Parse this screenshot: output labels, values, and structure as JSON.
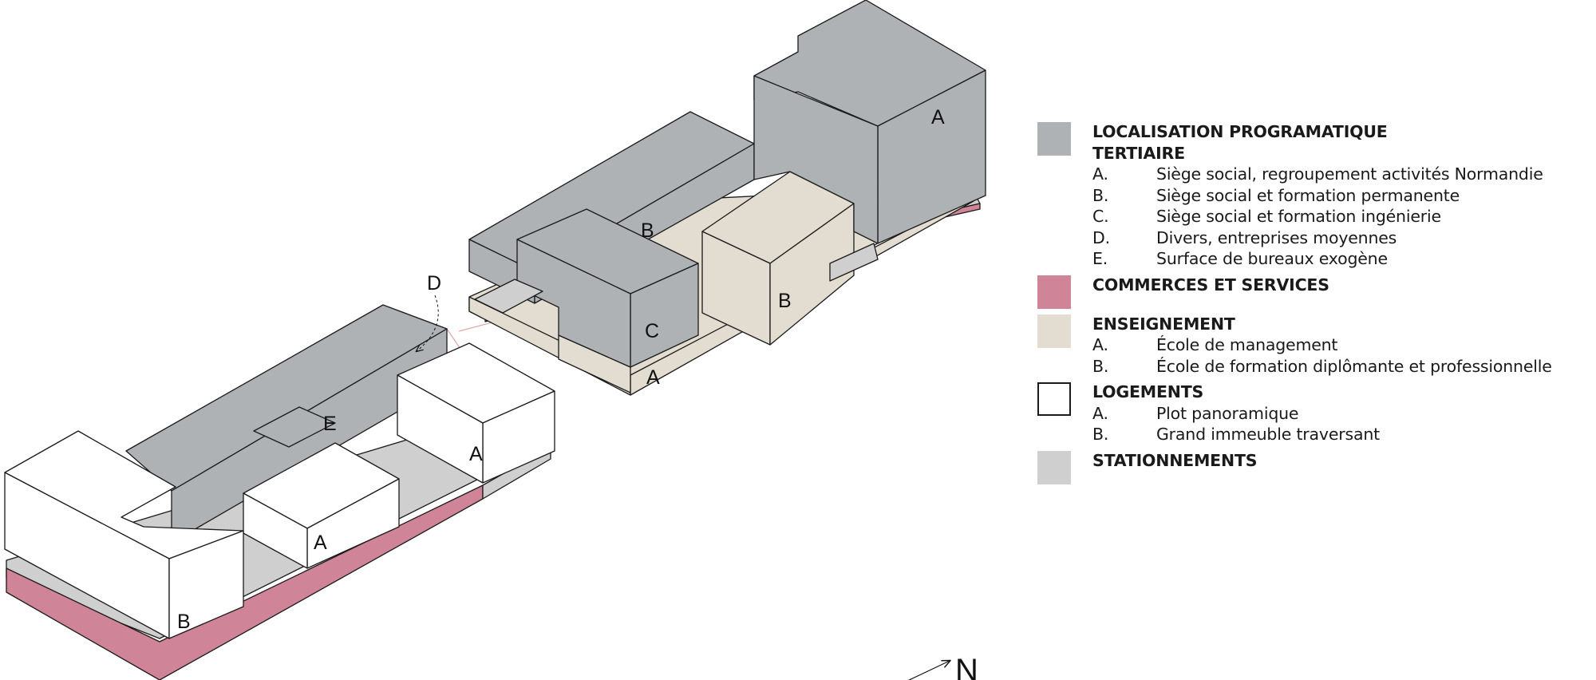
{
  "colors": {
    "tertiaire": "#aeb2b5",
    "commerces": "#cf8597",
    "enseignement": "#e2ddd0",
    "logements": "#ffffff",
    "stationnements": "#cfcfcf"
  },
  "diagram": {
    "labels": {
      "tall_tower": "A",
      "tertiary_b": "B",
      "tertiary_c": "C",
      "school_a": "A",
      "school_b": "B",
      "tertiary_d": "D",
      "tertiary_e": "E",
      "housing_a_front": "A",
      "housing_a_rear": "A",
      "housing_b": "B"
    },
    "north": "N",
    "north_icon": "north-arrow-icon"
  },
  "legend": {
    "title": "LOCALISATION PROGRAMATIQUE",
    "groups": [
      {
        "key": "tertiaire",
        "heading": "TERTIAIRE",
        "items": [
          {
            "letter": "A.",
            "text": "Siège social, regroupement activités Normandie"
          },
          {
            "letter": "B.",
            "text": "Siège social et formation permanente"
          },
          {
            "letter": "C.",
            "text": "Siège social et formation ingénierie"
          },
          {
            "letter": "D.",
            "text": "Divers, entreprises moyennes"
          },
          {
            "letter": "E.",
            "text": "Surface de bureaux exogène"
          }
        ]
      },
      {
        "key": "commerces",
        "heading": "COMMERCES ET SERVICES",
        "items": []
      },
      {
        "key": "enseignement",
        "heading": "ENSEIGNEMENT",
        "items": [
          {
            "letter": "A.",
            "text": "École de management"
          },
          {
            "letter": "B.",
            "text": "École de formation diplômante et professionnelle"
          }
        ]
      },
      {
        "key": "logements",
        "heading": "LOGEMENTS",
        "items": [
          {
            "letter": "A.",
            "text": "Plot panoramique"
          },
          {
            "letter": "B.",
            "text": "Grand immeuble traversant"
          }
        ]
      },
      {
        "key": "stationnements",
        "heading": "STATIONNEMENTS",
        "items": []
      }
    ]
  }
}
